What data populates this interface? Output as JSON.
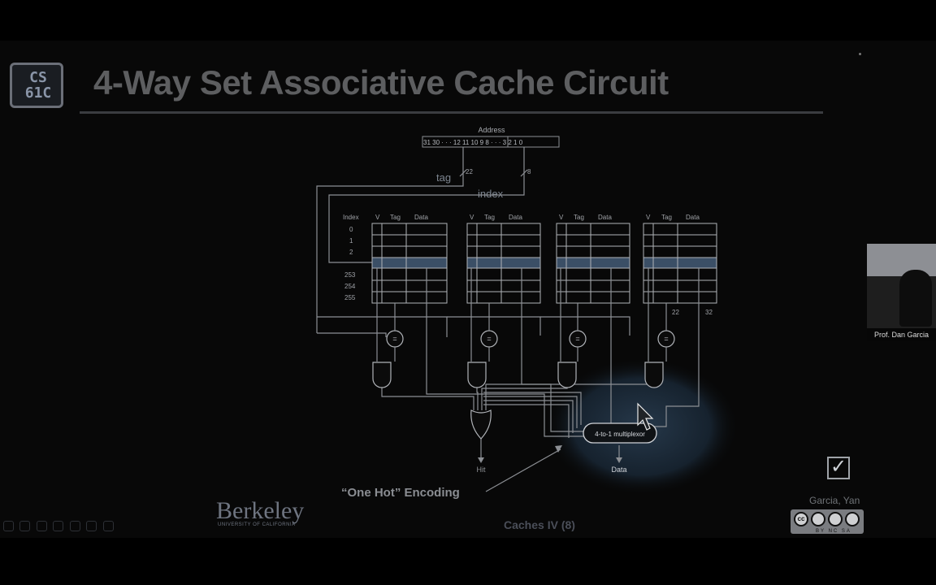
{
  "slide": {
    "title": "4-Way Set Associative Cache Circuit",
    "logo_line1": "CS",
    "logo_line2": "61C",
    "footer_center": "Caches IV (8)",
    "credit": "Garcia, Yan",
    "berkeley": "Berkeley",
    "berkeley_sub": "UNIVERSITY OF CALIFORNIA",
    "cc_terms": "BY NC SA",
    "checkbox_glyph": "✓"
  },
  "circuit": {
    "address_label": "Address",
    "address_bits": "31 30 · · · 12 11 10 9 8 · · · 3 2 1 0",
    "tag_label": "tag",
    "index_label": "index",
    "tag_width": "22",
    "index_width": "8",
    "index_header": "Index",
    "index_rows": [
      "0",
      "1",
      "2",
      "253",
      "254",
      "255"
    ],
    "col_v": "V",
    "col_tag": "Tag",
    "col_data": "Data",
    "comparator": "=",
    "mux_label": "4-to-1 multiplexor",
    "data_out": "Data",
    "hit_out": "Hit",
    "bus_22": "22",
    "bus_32": "32",
    "annotation": "“One Hot” Encoding"
  },
  "webcam": {
    "name": "Prof. Dan Garcia"
  },
  "colors": {
    "background": "#000000",
    "title": "#5d5e60",
    "wire": "#8c8f94",
    "highlight_row": "#3b4f66",
    "spotlight": "#1e2a36"
  },
  "icons": [
    "cs61c-chip-logo",
    "checkbox-checked-icon",
    "creative-commons-icon",
    "mouse-pointer-icon"
  ]
}
